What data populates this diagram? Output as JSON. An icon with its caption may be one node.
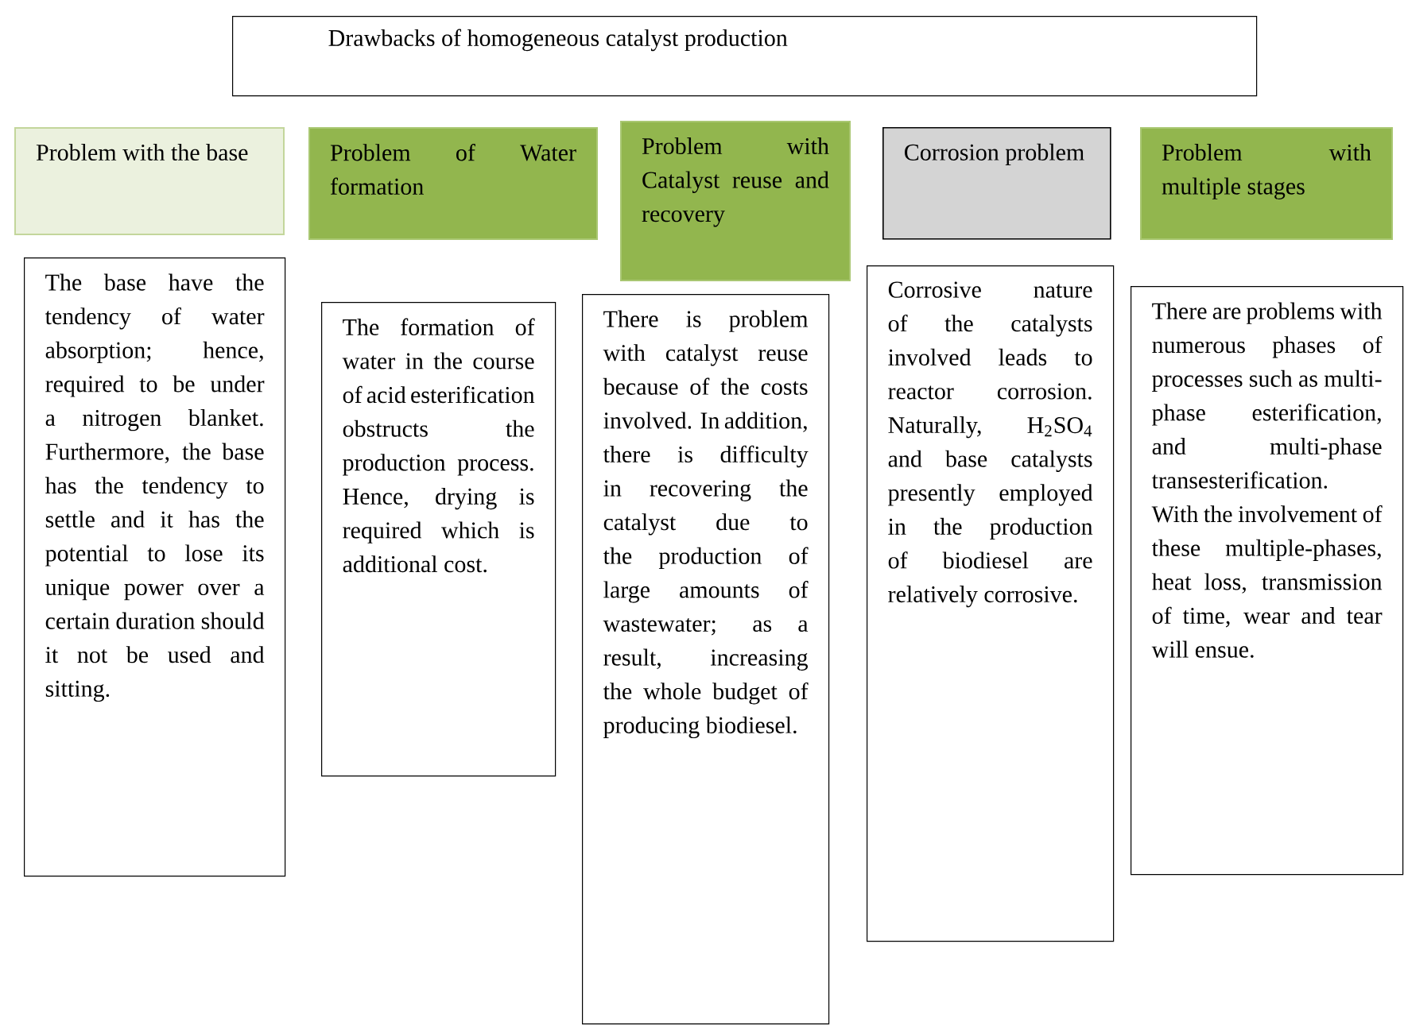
{
  "diagram": {
    "nodes": [
      {
        "text": [
          "Drawbacks of homogeneous catalyst production"
        ]
      },
      {
        "text": [
          "Problem with the base"
        ]
      },
      {
        "text": [
          "Problem of Water formation"
        ]
      },
      {
        "text": [
          "Problem with Catalyst reuse and recovery"
        ]
      },
      {
        "text": [
          "Corrosion problem"
        ]
      },
      {
        "text": [
          "Problem with multiple stages"
        ]
      },
      {
        "text": [
          "The base have the tendency of water absorption; hence, required to be under a nitrogen blanket. Furthermore, the base has the tendency to settle and it has the potential to lose its unique power over a certain duration should it not be used and sitting."
        ]
      },
      {
        "text": [
          "The formation of water in the course of acid esterification obstructs the production process. Hence, drying is required which is additional cost."
        ]
      },
      {
        "text": [
          "There is problem with catalyst reuse because of the costs involved. In addition, there is difficulty in recovering the catalyst due to the production of large amounts of wastewater; as a result, increasing the whole budget of producing biodiesel."
        ]
      },
      {
        "text": [
          "Corrosive nature of the catalysts involved leads to reactor corrosion. Naturally, H$_{2}$SO$_{4}$ and base catalysts presently employed in the production of biodiesel are relatively corrosive."
        ]
      },
      {
        "text": [
          "There are problems with numerous phases of processes such as multi-phase esterification, and multi-phase transesterification. With the involvement of these multiple-phases, heat loss, transmission of time, wear and tear will ensue."
        ]
      }
    ]
  }
}
